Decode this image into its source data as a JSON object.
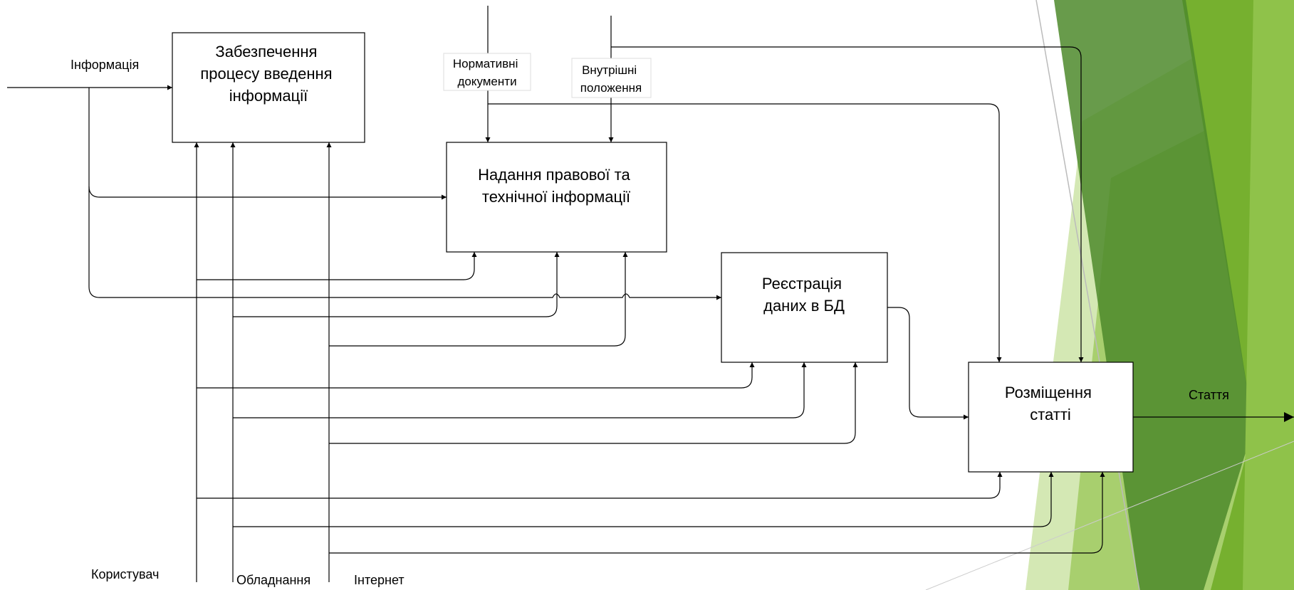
{
  "diagram": {
    "boxes": {
      "box1": [
        "Забезпечення",
        "процесу введення",
        "інформації"
      ],
      "box2": [
        "Надання правової та",
        "технічної інформації"
      ],
      "box3": [
        "Реєстрація",
        "даних в БД"
      ],
      "box4": [
        "Розміщення",
        "статті"
      ]
    },
    "labels": {
      "input_info": "Інформація",
      "control_norm": [
        "Нормативні",
        "документи"
      ],
      "control_internal": [
        "Внутрішні",
        "положення"
      ],
      "output_article": "Стаття",
      "mech_user": "Користувач",
      "mech_equipment": "Обладнання",
      "mech_internet": "Інтернет"
    },
    "colors": {
      "line": "#000000",
      "green_dark": "#4e8a2c",
      "green_mid": "#76b02f",
      "green_light": "#a8cf6e",
      "green_pale": "#d4e8b4"
    }
  }
}
